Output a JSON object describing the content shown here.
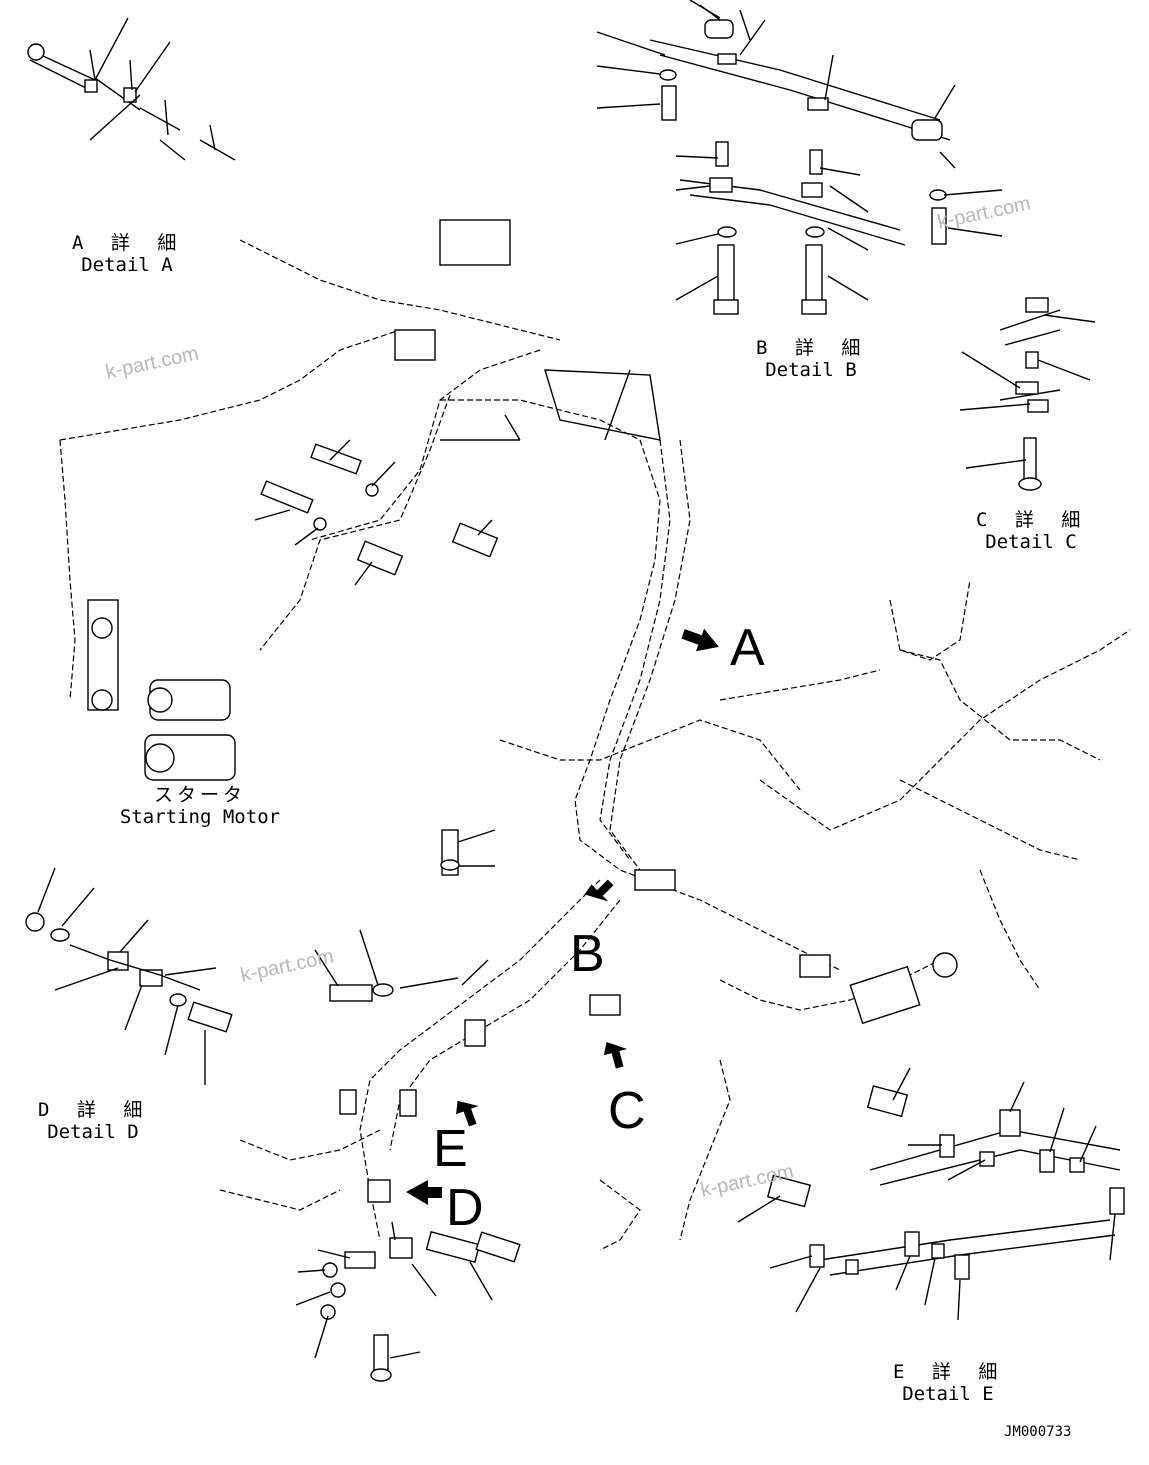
{
  "drawing_code": "JM000733",
  "watermark": "k-part.com",
  "details": {
    "a": {
      "jp": "A 詳 細",
      "en": "Detail A"
    },
    "b": {
      "jp": "B 詳 細",
      "en": "Detail B"
    },
    "c": {
      "jp": "C 詳 細",
      "en": "Detail C"
    },
    "d": {
      "jp": "D 詳 細",
      "en": "Detail D"
    },
    "e": {
      "jp": "E 詳 細",
      "en": "Detail E"
    }
  },
  "starter": {
    "jp": "スタータ",
    "en": "Starting Motor"
  },
  "view_letters": {
    "a": "A",
    "b": "B",
    "c": "C",
    "d": "D",
    "e": "E"
  }
}
